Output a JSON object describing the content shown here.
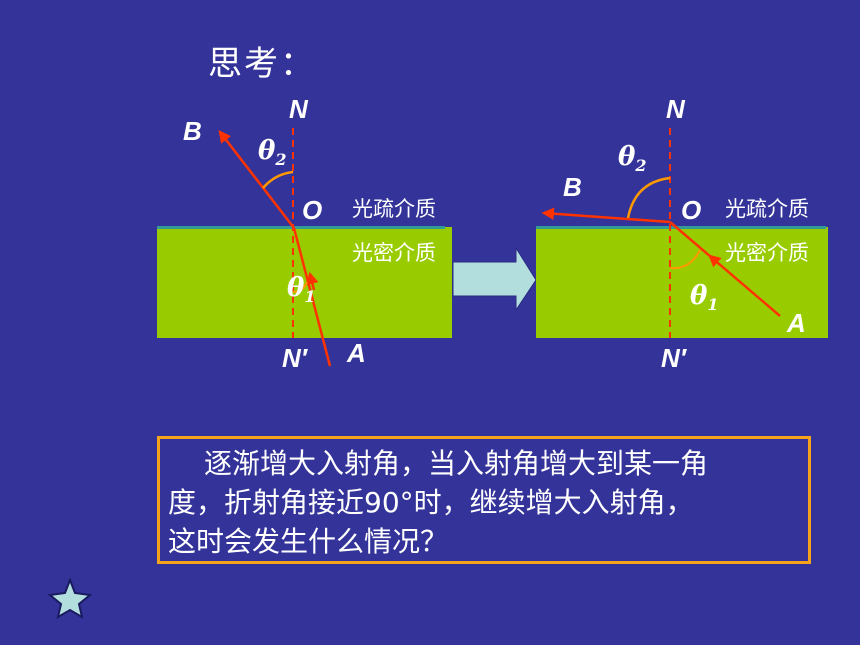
{
  "title": "思考：",
  "diagram_left": {
    "normal_top": "N",
    "normal_bottom": "N′",
    "origin": "O",
    "ray_out": "B",
    "ray_in": "A",
    "angle_refraction": "θ",
    "angle_refraction_sub": "2",
    "angle_incidence": "θ",
    "angle_incidence_sub": "1",
    "medium_upper": "光疏介质",
    "medium_lower": "光密介质"
  },
  "diagram_right": {
    "normal_top": "N",
    "normal_bottom": "N′",
    "origin": "O",
    "ray_out": "B",
    "ray_in": "A",
    "angle_refraction": "θ",
    "angle_refraction_sub": "2",
    "angle_incidence": "θ",
    "angle_incidence_sub": "1",
    "medium_upper": "光疏介质",
    "medium_lower": "光密介质"
  },
  "question": {
    "line1": "逐渐增大入射角，当入射角增大到某一角",
    "line2": "度，折射角接近90°时，继续增大入射角，",
    "line3": "这时会发生什么情况？"
  },
  "colors": {
    "background": "#333399",
    "medium": "#99cc00",
    "ray": "#ff3300",
    "normal": "#ff3300",
    "arc": "#ff9900",
    "border": "#f7a21b",
    "arrow": "#b3dede"
  },
  "icons": {
    "nav": "star-icon"
  }
}
